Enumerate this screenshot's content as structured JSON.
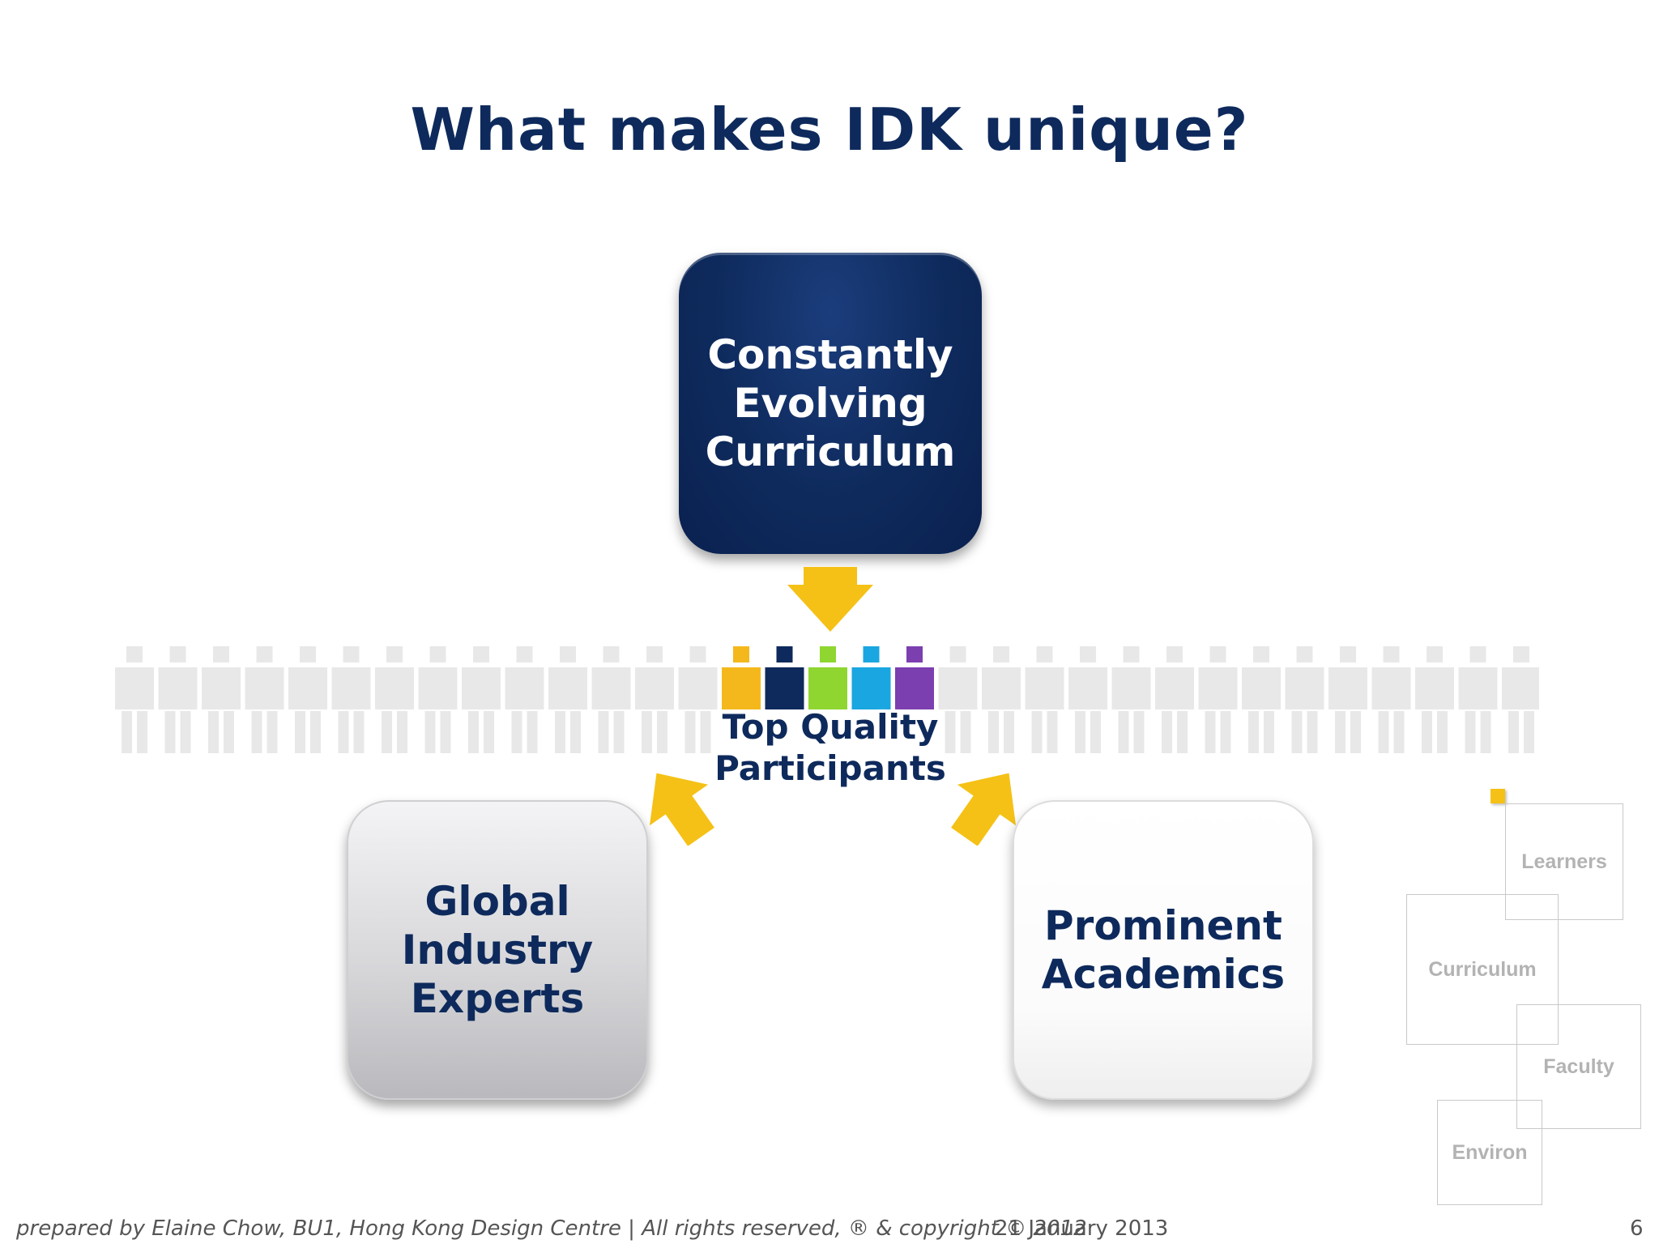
{
  "slide": {
    "title": "What makes IDK unique?",
    "top_box": "Constantly\nEvolving\nCurriculum",
    "left_box": "Global\nIndustry\nExperts",
    "right_box": "Prominent\nAcademics",
    "center_label": "Top Quality\nParticipants"
  },
  "side_diagram": {
    "learners": "Learners",
    "curriculum": "Curriculum",
    "faculty": "Faculty",
    "environ": "Environ"
  },
  "footer": {
    "credit": "prepared by Elaine Chow, BU1, Hong Kong Design Centre | All  rights reserved, ® & copyright © 2012",
    "date": "21 January 2013",
    "page_number": "6"
  },
  "colors": {
    "navy": "#0e2a5c",
    "arrow_yellow": "#f5c116",
    "person_orange": "#f5b81c",
    "person_navy": "#0e2a5c",
    "person_green": "#8fd630",
    "person_cyan": "#1aa6e0",
    "person_purple": "#7b3fb0",
    "person_ghost": "#e8e8e8"
  }
}
